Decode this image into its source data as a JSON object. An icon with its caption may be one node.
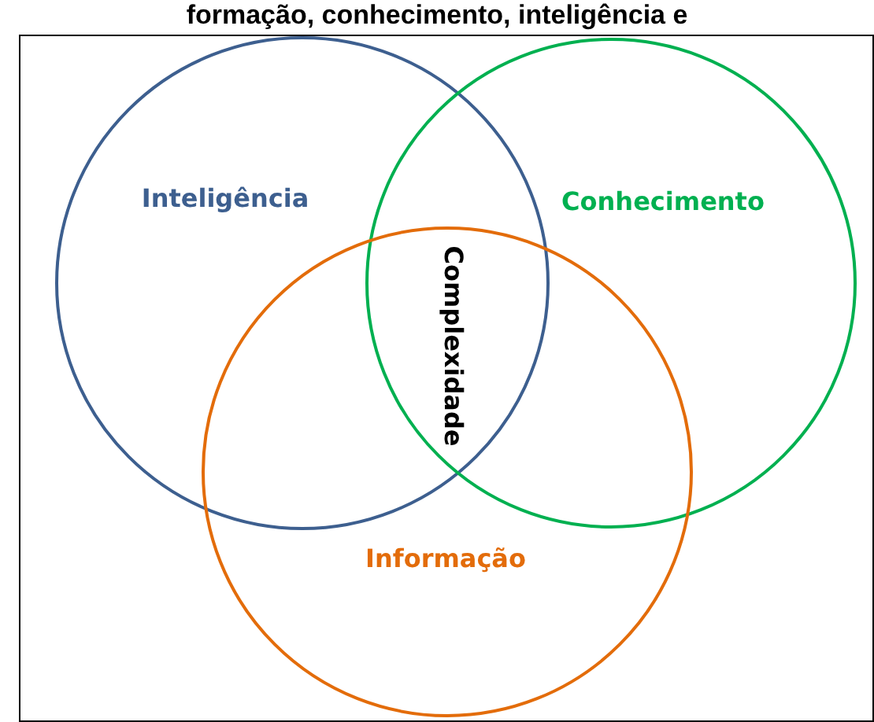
{
  "diagram": {
    "title": "formação, conhecimento, inteligência e",
    "nodes": [
      {
        "text": [
          "Inteligência"
        ]
      },
      {
        "text": [
          "Conhecimento"
        ]
      },
      {
        "text": [
          "Informação"
        ]
      }
    ],
    "edges": [],
    "labels": [
      "Complexidade"
    ]
  }
}
